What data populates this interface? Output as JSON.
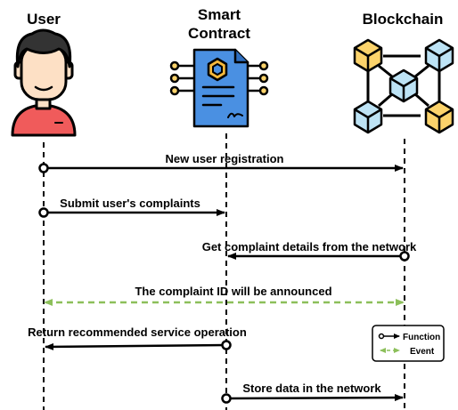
{
  "participants": {
    "user": {
      "label": "User"
    },
    "smart_contract": {
      "label_line1": "Smart",
      "label_line2": "Contract"
    },
    "blockchain": {
      "label": "Blockchain"
    }
  },
  "messages": [
    {
      "label": "New user registration",
      "from": "user",
      "to": "blockchain",
      "kind": "function"
    },
    {
      "label": "Submit user's complaints",
      "from": "user",
      "to": "smart_contract",
      "kind": "function"
    },
    {
      "label": "Get complaint details from the network",
      "from": "blockchain",
      "to": "smart_contract",
      "kind": "function"
    },
    {
      "label": "The complaint ID will be announced",
      "from": "smart_contract",
      "to": "both",
      "kind": "event"
    },
    {
      "label": "Return recommended service operation",
      "from": "smart_contract",
      "to": "user",
      "kind": "function"
    },
    {
      "label": "Store data in the network",
      "from": "smart_contract",
      "to": "blockchain",
      "kind": "function"
    }
  ],
  "legend": {
    "function_label": "Function",
    "event_label": "Event"
  },
  "colors": {
    "event": "#8cbf5a",
    "user_skin": "#fde0c5",
    "user_hair": "#333333",
    "user_shirt": "#f05b5b",
    "contract_paper": "#4a90e2",
    "contract_badge": "#f6b93b",
    "cube_blue": "#bde3f5",
    "cube_yellow": "#fcd36b"
  },
  "icons": {
    "user": "user-avatar-icon",
    "smart_contract": "smart-contract-document-icon",
    "blockchain": "blockchain-network-icon"
  }
}
